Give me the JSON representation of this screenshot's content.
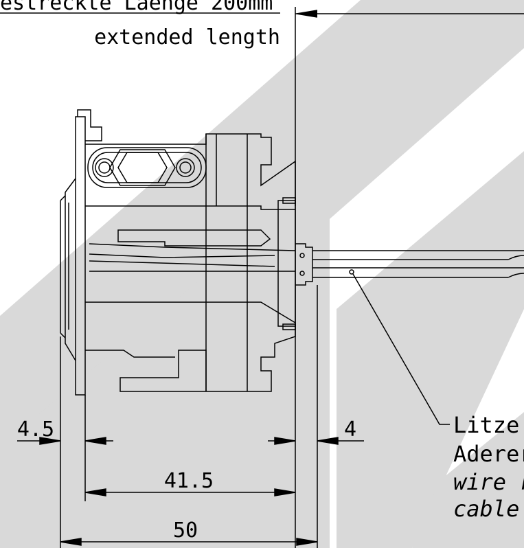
{
  "colors": {
    "background": "#ffffff",
    "watermark": "#d9d9d9",
    "line": "#000000"
  },
  "header": {
    "title_partial": "estreckte Laenge 200mm",
    "subtitle": "extended length"
  },
  "dimensions": {
    "left_offset": "4.5",
    "right_offset": "4",
    "body_length": "41.5",
    "total_length": "50"
  },
  "callout": {
    "line1": "Litze",
    "line2": "Aderer",
    "line3": "wire r",
    "line4": "cable"
  }
}
